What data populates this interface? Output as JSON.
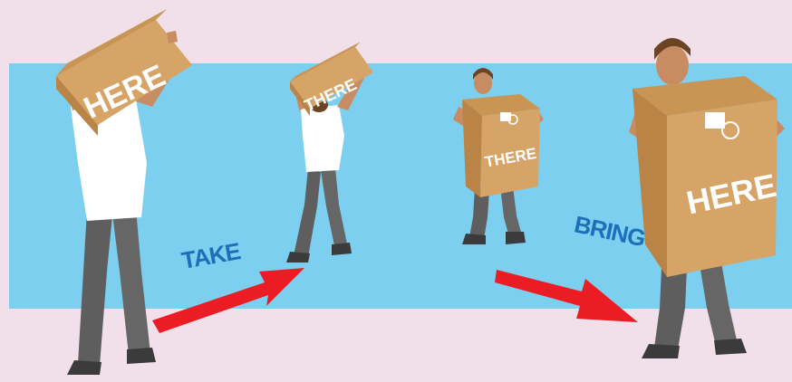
{
  "illustration": {
    "box_labels": {
      "figure1": "HERE",
      "figure2": "THERE",
      "figure3": "THERE",
      "figure4": "HERE"
    },
    "arrow_labels": {
      "take": "TAKE",
      "bring": "BRING"
    },
    "colors": {
      "page_background": "#f1dfe9",
      "band": "#7ccfee",
      "box_light": "#d7a468",
      "box_dark": "#b98446",
      "shirt": "#ffffff",
      "trousers": "#5e5e5e",
      "skin": "#c88c62",
      "hair": "#6b4424",
      "arrow": "#ec1c24",
      "verb_text": "#1c6fb8",
      "box_text": "#ffffff"
    }
  }
}
